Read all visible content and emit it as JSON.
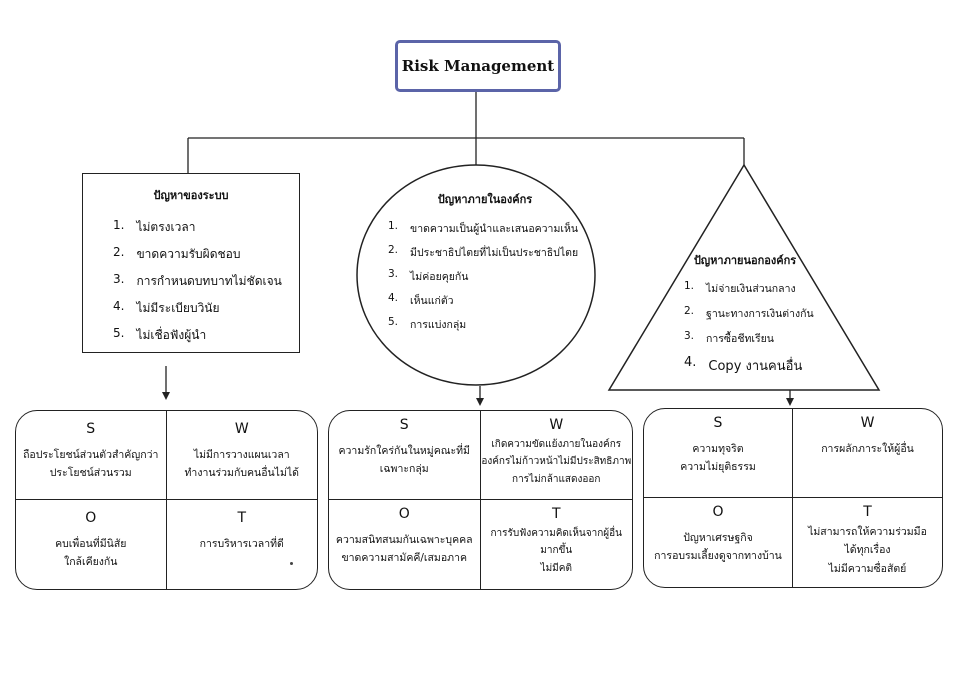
{
  "title": "Risk Management",
  "branches": [
    {
      "heading": "ปัญหาของระบบ",
      "items": [
        {
          "num": "1.",
          "text": "ไม่ตรงเวลา"
        },
        {
          "num": "2.",
          "text": "ขาดความรับผิดชอบ"
        },
        {
          "num": "3.",
          "text": "การกำหนดบทบาทไม่ชัดเจน"
        },
        {
          "num": "4.",
          "text": "ไม่มีระเบียบวินัย"
        },
        {
          "num": "5.",
          "text": "ไม่เชื่อฟังผู้นำ"
        }
      ],
      "swot": {
        "s": {
          "letter": "S",
          "lines": [
            "ถือประโยชน์ส่วนตัวสำคัญกว่า",
            "ประโยชน์ส่วนรวม"
          ]
        },
        "w": {
          "letter": "W",
          "lines": [
            "ไม่มีการวางแผนเวลา",
            "ทำงานร่วมกับคนอื่นไม่ได้"
          ]
        },
        "o": {
          "letter": "O",
          "lines": [
            "คบเพื่อนที่มีนิสัย",
            "ใกล้เคียงกัน"
          ]
        },
        "t": {
          "letter": "T",
          "lines": [
            "การบริหารเวลาที่ดี"
          ]
        }
      }
    },
    {
      "heading": "ปัญหาภายในองค์กร",
      "items": [
        {
          "num": "1.",
          "text": "ขาดความเป็นผู้นำและเสนอความเห็น"
        },
        {
          "num": "2.",
          "text": "มีประชาธิปไตยที่ไม่เป็นประชาธิปไตย"
        },
        {
          "num": "3.",
          "text": "ไม่ค่อยคุยกัน"
        },
        {
          "num": "4.",
          "text": "เห็นแก่ตัว"
        },
        {
          "num": "5.",
          "text": "การแบ่งกลุ่ม"
        }
      ],
      "swot": {
        "s": {
          "letter": "S",
          "lines": [
            "ความรักใคร่กันในหมู่คณะที่มี",
            "เฉพาะกลุ่ม"
          ]
        },
        "w": {
          "letter": "W",
          "lines": [
            "เกิดความขัดแย้งภายในองค์กร",
            "องค์กรไม่ก้าวหน้าไม่มีประสิทธิภาพ",
            "การไม่กล้าแสดงออก"
          ]
        },
        "o": {
          "letter": "O",
          "lines": [
            "ความสนิทสนมกันเฉพาะบุคคล",
            "ขาดความสามัคคี/เสมอภาค"
          ]
        },
        "t": {
          "letter": "T",
          "lines": [
            "การรับฟังความคิดเห็นจากผู้อื่น",
            "มากขึ้น",
            "ไม่มีคติ"
          ]
        }
      }
    },
    {
      "heading": "ปัญหาภายนอกองค์กร",
      "items": [
        {
          "num": "1.",
          "text": "ไม่จ่ายเงินส่วนกลาง"
        },
        {
          "num": "2.",
          "text": "ฐานะทางการเงินต่างกัน"
        },
        {
          "num": "3.",
          "text": "การซื้อชีทเรียน"
        },
        {
          "num": "4.",
          "text": "Copy งานคนอื่น"
        }
      ],
      "swot": {
        "s": {
          "letter": "S",
          "lines": [
            "ความทุจริต",
            "ความไม่ยุติธรรม"
          ]
        },
        "w": {
          "letter": "W",
          "lines": [
            "การผลักภาระให้ผู้อื่น"
          ]
        },
        "o": {
          "letter": "O",
          "lines": [
            "ปัญหาเศรษฐกิจ",
            "การอบรมเลี้ยงดูจากทางบ้าน"
          ]
        },
        "t": {
          "letter": "T",
          "lines": [
            "ไม่สามารถให้ความร่วมมือ",
            "ได้ทุกเรื่อง",
            "ไม่มีความซื่อสัตย์"
          ]
        }
      }
    }
  ]
}
